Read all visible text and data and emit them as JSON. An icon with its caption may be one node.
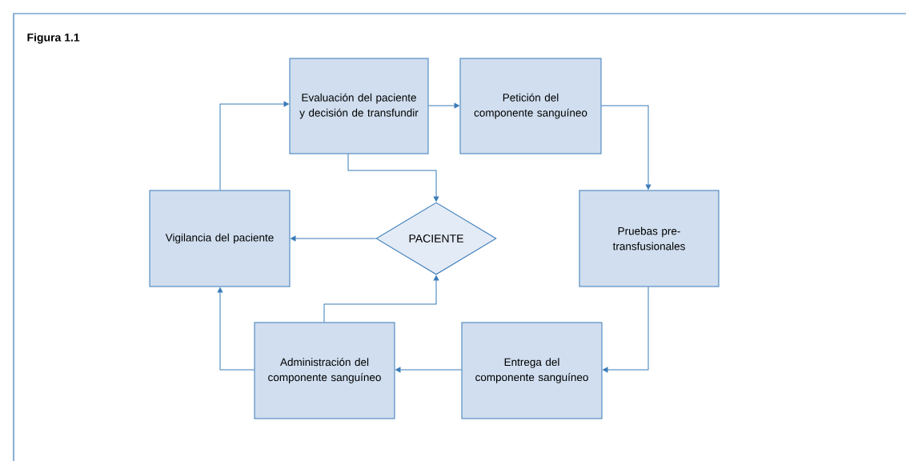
{
  "diagram": {
    "title": "Figura 1.1",
    "nodes": [
      {
        "text": [
          "Evaluación del paciente y decisión de transfundir"
        ]
      },
      {
        "text": [
          "Petición del componente sanguíneo"
        ]
      },
      {
        "text": [
          "Pruebas pre-transfusionales"
        ]
      },
      {
        "text": [
          "Entrega del componente sanguíneo"
        ]
      },
      {
        "text": [
          "Administración del componente sanguíneo"
        ]
      },
      {
        "text": [
          "Vigilancia del paciente"
        ]
      },
      {
        "text": [
          "PACIENTE"
        ]
      }
    ],
    "edges": [
      {
        "from": 0,
        "to": 1,
        "arrow": "to"
      },
      {
        "from": 1,
        "to": 2,
        "arrow": "to"
      },
      {
        "from": 2,
        "to": 3,
        "arrow": "to"
      },
      {
        "from": 3,
        "to": 4,
        "arrow": "to"
      },
      {
        "from": 4,
        "to": 5,
        "arrow": "to"
      },
      {
        "from": 5,
        "to": 0,
        "arrow": "to"
      },
      {
        "from": 0,
        "to": 6,
        "arrow": "to"
      },
      {
        "from": 4,
        "to": 6,
        "arrow": "to"
      },
      {
        "from": 6,
        "to": 5,
        "arrow": "to"
      }
    ]
  }
}
